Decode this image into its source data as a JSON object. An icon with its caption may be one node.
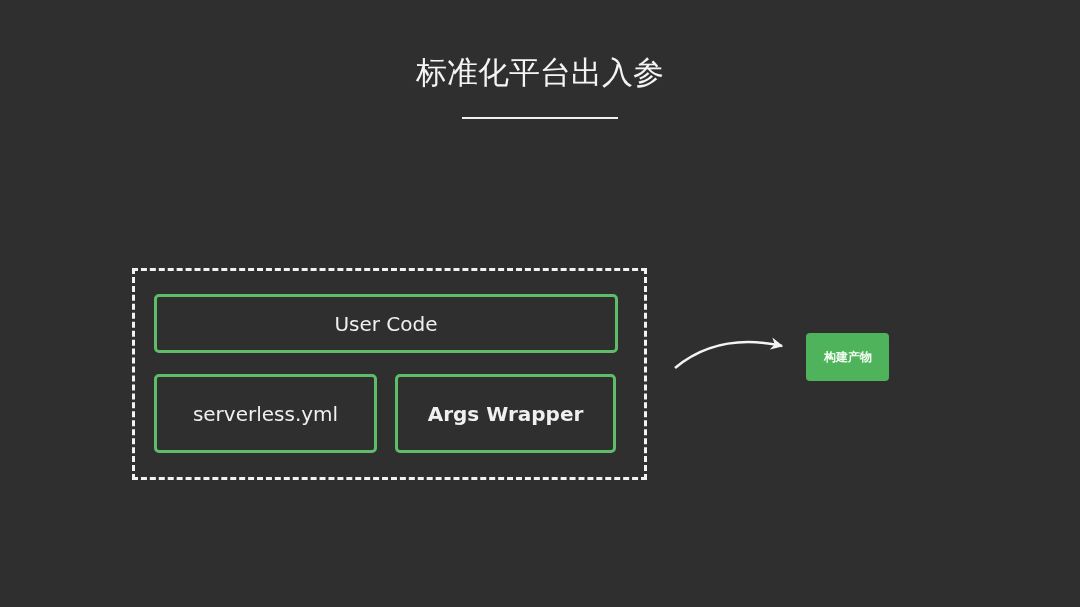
{
  "diagram": {
    "title": "标准化平台出入参",
    "nodes": [
      {
        "text": [],
        "shape": "box"
      },
      {
        "text": [
          "User Code"
        ],
        "in": 0
      },
      {
        "text": [
          "serverless.yml"
        ],
        "in": 0
      },
      {
        "text": [
          "Args Wrapper"
        ],
        "in": 0
      },
      {
        "text": [
          "构建产物"
        ]
      }
    ],
    "edges": [
      {
        "from": 0,
        "to": 4,
        "arrow": "to"
      }
    ]
  }
}
